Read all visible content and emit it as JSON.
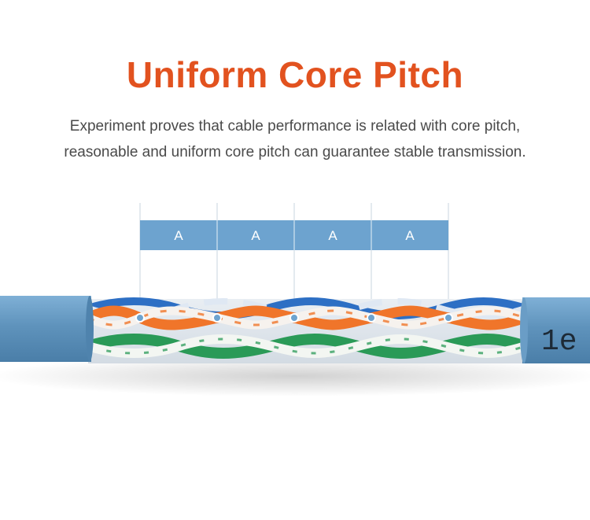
{
  "title": "Uniform Core Pitch",
  "subtitle_line1": "Experiment proves that cable performance is related with core pitch,",
  "subtitle_line2": "reasonable and uniform core pitch can guarantee stable transmission.",
  "pitch_labels": [
    "A",
    "A",
    "A",
    "A"
  ],
  "cable_print": "1e",
  "colors": {
    "title": "#e2521f",
    "jacket": "#5f93bc",
    "pitch_band": "#6da3cf",
    "orange_wire": "#f0752a",
    "green_wire": "#2a9a57",
    "blue_wire": "#2d6fc4"
  }
}
